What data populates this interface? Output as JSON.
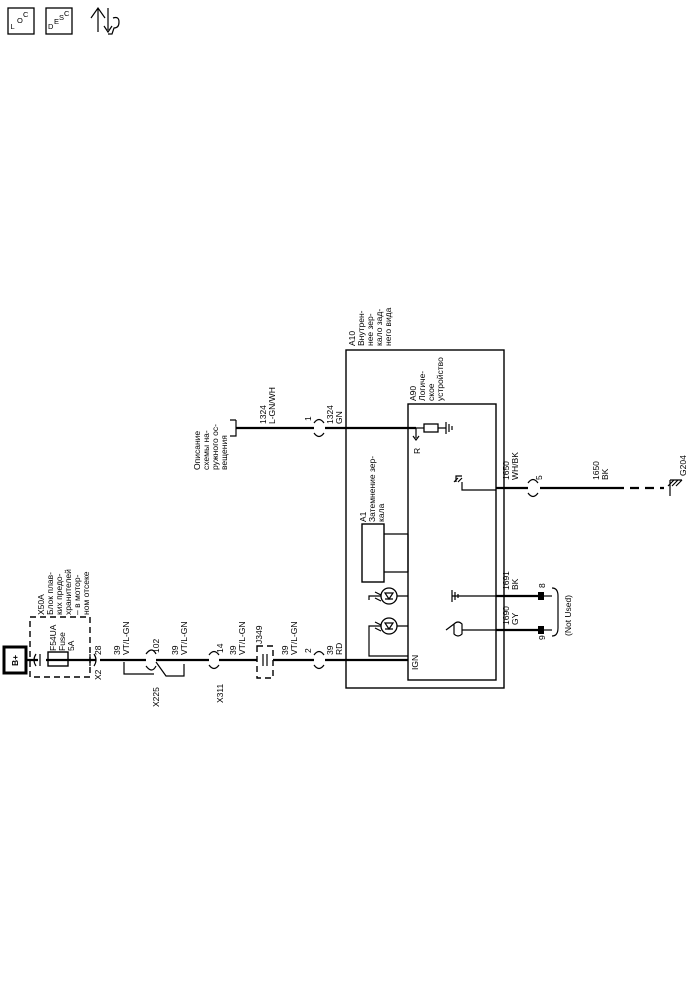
{
  "header_icons": [
    {
      "name": "location-icon",
      "letters": [
        "L",
        "O",
        "C"
      ]
    },
    {
      "name": "description-icon",
      "letters": [
        "D",
        "E",
        "S",
        "C"
      ]
    },
    {
      "name": "connector-end-view-icon"
    }
  ],
  "power": {
    "label": "B+"
  },
  "fuse_block": {
    "id": "X50A",
    "name_lines": [
      "Блок плав-",
      "ких предо-",
      "хранителей",
      "– в мотор-",
      "ном отсеке"
    ],
    "fuse_id": "F54UA",
    "fuse_type": "Fuse",
    "fuse_rating": "5A",
    "connector": "X2",
    "pin": "28"
  },
  "wires": [
    {
      "circuit": "39",
      "color": "VT/L-GN"
    },
    {
      "circuit": "39",
      "color": "VT/L-GN"
    },
    {
      "circuit": "39",
      "color": "VT/L-GN"
    },
    {
      "circuit": "39",
      "color": "VT/L-GN"
    },
    {
      "circuit": "39",
      "color": "RD"
    }
  ],
  "connectors": {
    "x225": {
      "id": "X225",
      "pin": "102"
    },
    "x311": {
      "id": "X311",
      "pin": "14"
    },
    "j349": {
      "id": "J349"
    },
    "mirror_ign": {
      "pin": "2"
    },
    "mirror_lighting": {
      "pin": "1"
    },
    "pin_5": {
      "pin": "5"
    },
    "pin_8": {
      "pin": "8"
    },
    "pin_9": {
      "pin": "9"
    }
  },
  "lighting_circuit": {
    "ref_lines": [
      "Описание",
      "схемы на-",
      "ружного ос-",
      "вещения"
    ],
    "ext_circuit": "1324",
    "ext_color": "L-GN/WH",
    "int_circuit": "1324",
    "int_color": "GN"
  },
  "mirror_module": {
    "id": "A10",
    "name_lines": [
      "Внутрен-",
      "нее зер-",
      "кало зад-",
      "него вида"
    ],
    "logic_id": "A90",
    "logic_lines": [
      "Логиче-",
      "ское",
      "устройство"
    ],
    "dimming_id": "A1",
    "dimming_lines": [
      "Затемнение зер-",
      "кала"
    ],
    "reverse_label": "R",
    "ign_label": "IGN"
  },
  "outputs": {
    "pin9_circuit": "1690",
    "pin9_color": "GY",
    "pin8_circuit": "1691",
    "pin8_color": "BK",
    "pin5_circuit": "1650",
    "pin5_color": "WH/BK",
    "ground_circuit": "1650",
    "ground_color": "BK",
    "not_used": "(Not Used)",
    "ground_id": "G204"
  }
}
